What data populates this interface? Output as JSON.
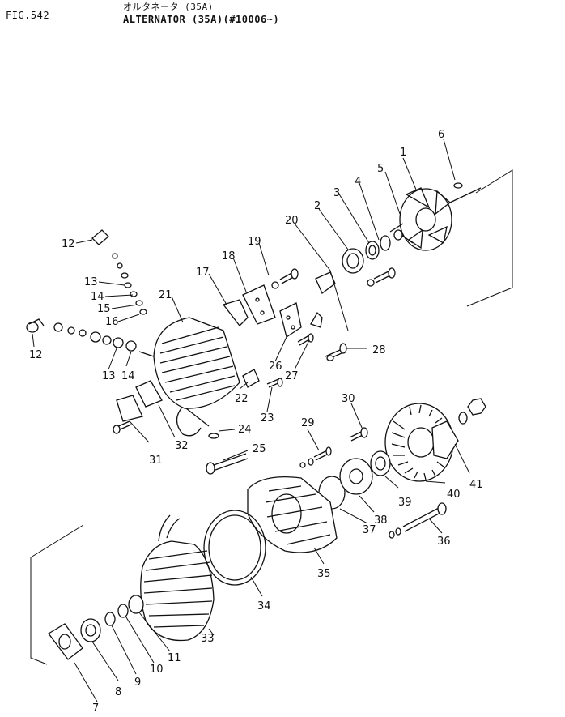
{
  "header": {
    "fig": "FIG.542",
    "subtitle_jp": "オルタネータ (35A)",
    "title": "ALTERNATOR (35A)(#10006~)"
  },
  "callouts": [
    {
      "id": "c1",
      "text": "1"
    },
    {
      "id": "c2",
      "text": "2"
    },
    {
      "id": "c3",
      "text": "3"
    },
    {
      "id": "c4",
      "text": "4"
    },
    {
      "id": "c5",
      "text": "5"
    },
    {
      "id": "c6",
      "text": "6"
    },
    {
      "id": "c7",
      "text": "7"
    },
    {
      "id": "c8",
      "text": "8"
    },
    {
      "id": "c9",
      "text": "9"
    },
    {
      "id": "c10",
      "text": "10"
    },
    {
      "id": "c11",
      "text": "11"
    },
    {
      "id": "c12a",
      "text": "12"
    },
    {
      "id": "c12b",
      "text": "12"
    },
    {
      "id": "c13a",
      "text": "13"
    },
    {
      "id": "c13b",
      "text": "13"
    },
    {
      "id": "c14a",
      "text": "14"
    },
    {
      "id": "c14b",
      "text": "14"
    },
    {
      "id": "c15",
      "text": "15"
    },
    {
      "id": "c16",
      "text": "16"
    },
    {
      "id": "c17",
      "text": "17"
    },
    {
      "id": "c18",
      "text": "18"
    },
    {
      "id": "c19",
      "text": "19"
    },
    {
      "id": "c20",
      "text": "20"
    },
    {
      "id": "c21",
      "text": "21"
    },
    {
      "id": "c22",
      "text": "22"
    },
    {
      "id": "c23",
      "text": "23"
    },
    {
      "id": "c24",
      "text": "24"
    },
    {
      "id": "c25",
      "text": "25"
    },
    {
      "id": "c26",
      "text": "26"
    },
    {
      "id": "c27",
      "text": "27"
    },
    {
      "id": "c28",
      "text": "28"
    },
    {
      "id": "c29",
      "text": "29"
    },
    {
      "id": "c30",
      "text": "30"
    },
    {
      "id": "c31",
      "text": "31"
    },
    {
      "id": "c32",
      "text": "32"
    },
    {
      "id": "c33",
      "text": "33"
    },
    {
      "id": "c34",
      "text": "34"
    },
    {
      "id": "c35",
      "text": "35"
    },
    {
      "id": "c36",
      "text": "36"
    },
    {
      "id": "c37",
      "text": "37"
    },
    {
      "id": "c38",
      "text": "38"
    },
    {
      "id": "c39",
      "text": "39"
    },
    {
      "id": "c40",
      "text": "40"
    },
    {
      "id": "c41",
      "text": "41"
    }
  ]
}
